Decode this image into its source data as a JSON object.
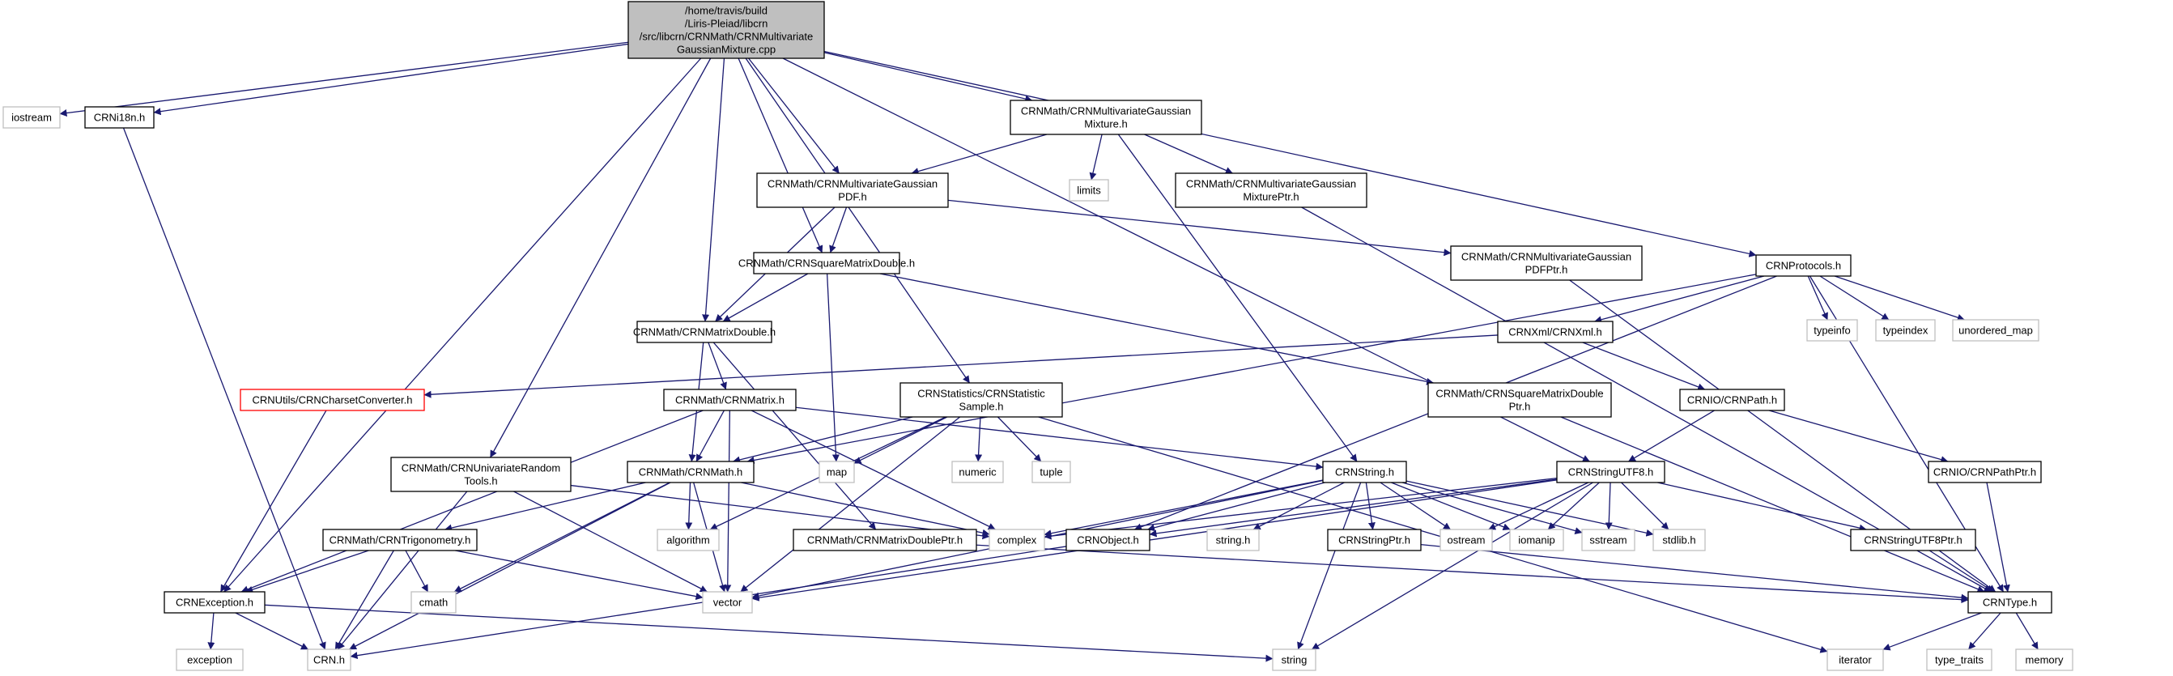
{
  "colors": {
    "edge": "#191970",
    "root_fill": "#bfbfbf",
    "external_border": "#bfbfbf",
    "internal_border": "#000000",
    "highlight_border": "#ff0000"
  },
  "nodes": {
    "root": {
      "lines": [
        "/home/travis/build",
        "/Liris-Pleiad/libcrn",
        "/src/libcrn/CRNMath/CRNMultivariate",
        "GaussianMixture.cpp"
      ],
      "style": "root"
    },
    "iostream": {
      "lines": [
        "iostream"
      ],
      "style": "external"
    },
    "crni18n": {
      "lines": [
        "CRNi18n.h"
      ],
      "style": "internal"
    },
    "mvgm": {
      "lines": [
        "CRNMath/CRNMultivariateGaussian",
        "Mixture.h"
      ],
      "style": "internal"
    },
    "limits": {
      "lines": [
        "limits"
      ],
      "style": "external"
    },
    "mvgpdf": {
      "lines": [
        "CRNMath/CRNMultivariateGaussian",
        "PDF.h"
      ],
      "style": "internal"
    },
    "mvgmptr": {
      "lines": [
        "CRNMath/CRNMultivariateGaussian",
        "MixturePtr.h"
      ],
      "style": "internal"
    },
    "sqmd": {
      "lines": [
        "CRNMath/CRNSquareMatrixDouble.h"
      ],
      "style": "internal"
    },
    "mvgpdfptr": {
      "lines": [
        "CRNMath/CRNMultivariateGaussian",
        "PDFPtr.h"
      ],
      "style": "internal"
    },
    "protocols": {
      "lines": [
        "CRNProtocols.h"
      ],
      "style": "internal"
    },
    "typeinfo": {
      "lines": [
        "typeinfo"
      ],
      "style": "external"
    },
    "typeindex": {
      "lines": [
        "typeindex"
      ],
      "style": "external"
    },
    "unordered_map": {
      "lines": [
        "unordered_map"
      ],
      "style": "external"
    },
    "matrixdouble": {
      "lines": [
        "CRNMath/CRNMatrixDouble.h"
      ],
      "style": "internal"
    },
    "xml": {
      "lines": [
        "CRNXml/CRNXml.h"
      ],
      "style": "internal"
    },
    "charset": {
      "lines": [
        "CRNUtils/CRNCharsetConverter.h"
      ],
      "style": "highlight"
    },
    "matrix": {
      "lines": [
        "CRNMath/CRNMatrix.h"
      ],
      "style": "internal"
    },
    "stats": {
      "lines": [
        "CRNStatistics/CRNStatistic",
        "Sample.h"
      ],
      "style": "internal"
    },
    "sqmdptr": {
      "lines": [
        "CRNMath/CRNSquareMatrixDouble",
        "Ptr.h"
      ],
      "style": "internal"
    },
    "path": {
      "lines": [
        "CRNIO/CRNPath.h"
      ],
      "style": "internal"
    },
    "univar": {
      "lines": [
        "CRNMath/CRNUnivariateRandom",
        "Tools.h"
      ],
      "style": "internal"
    },
    "math": {
      "lines": [
        "CRNMath/CRNMath.h"
      ],
      "style": "internal"
    },
    "map": {
      "lines": [
        "map"
      ],
      "style": "external"
    },
    "numeric": {
      "lines": [
        "numeric"
      ],
      "style": "external"
    },
    "tuple": {
      "lines": [
        "tuple"
      ],
      "style": "external"
    },
    "string_h": {
      "lines": [
        "CRNString.h"
      ],
      "style": "internal"
    },
    "utf8": {
      "lines": [
        "CRNStringUTF8.h"
      ],
      "style": "internal"
    },
    "pathptr": {
      "lines": [
        "CRNIO/CRNPathPtr.h"
      ],
      "style": "internal"
    },
    "trig": {
      "lines": [
        "CRNMath/CRNTrigonometry.h"
      ],
      "style": "internal"
    },
    "algorithm": {
      "lines": [
        "algorithm"
      ],
      "style": "external"
    },
    "mdptr": {
      "lines": [
        "CRNMath/CRNMatrixDoublePtr.h"
      ],
      "style": "internal"
    },
    "complex": {
      "lines": [
        "complex"
      ],
      "style": "external"
    },
    "object": {
      "lines": [
        "CRNObject.h"
      ],
      "style": "internal"
    },
    "stringh": {
      "lines": [
        "string.h"
      ],
      "style": "external"
    },
    "strptr": {
      "lines": [
        "CRNStringPtr.h"
      ],
      "style": "internal"
    },
    "ostream": {
      "lines": [
        "ostream"
      ],
      "style": "external"
    },
    "iomanip": {
      "lines": [
        "iomanip"
      ],
      "style": "external"
    },
    "sstream": {
      "lines": [
        "sstream"
      ],
      "style": "external"
    },
    "stdlib": {
      "lines": [
        "stdlib.h"
      ],
      "style": "external"
    },
    "utf8ptr": {
      "lines": [
        "CRNStringUTF8Ptr.h"
      ],
      "style": "internal"
    },
    "exception_h": {
      "lines": [
        "CRNException.h"
      ],
      "style": "internal"
    },
    "cmath": {
      "lines": [
        "cmath"
      ],
      "style": "external"
    },
    "vector": {
      "lines": [
        "vector"
      ],
      "style": "external"
    },
    "type": {
      "lines": [
        "CRNType.h"
      ],
      "style": "internal"
    },
    "exception": {
      "lines": [
        "exception"
      ],
      "style": "external"
    },
    "crn": {
      "lines": [
        "CRN.h"
      ],
      "style": "external"
    },
    "string": {
      "lines": [
        "string"
      ],
      "style": "external"
    },
    "iterator": {
      "lines": [
        "iterator"
      ],
      "style": "external"
    },
    "type_traits": {
      "lines": [
        "type_traits"
      ],
      "style": "external"
    },
    "memory": {
      "lines": [
        "memory"
      ],
      "style": "external"
    }
  },
  "edges": [
    [
      "root",
      "iostream"
    ],
    [
      "root",
      "crni18n"
    ],
    [
      "root",
      "mvgm"
    ],
    [
      "root",
      "mvgpdf"
    ],
    [
      "root",
      "sqmd"
    ],
    [
      "root",
      "matrixdouble"
    ],
    [
      "root",
      "stats"
    ],
    [
      "root",
      "univar"
    ],
    [
      "root",
      "protocols"
    ],
    [
      "root",
      "utf8"
    ],
    [
      "root",
      "exception_h"
    ],
    [
      "crni18n",
      "crn"
    ],
    [
      "mvgm",
      "limits"
    ],
    [
      "mvgm",
      "mvgpdf"
    ],
    [
      "mvgm",
      "mvgmptr"
    ],
    [
      "mvgm",
      "string_h"
    ],
    [
      "mvgpdf",
      "sqmd"
    ],
    [
      "mvgpdf",
      "matrixdouble"
    ],
    [
      "mvgpdf",
      "mvgpdfptr"
    ],
    [
      "mvgmptr",
      "type"
    ],
    [
      "mvgpdfptr",
      "type"
    ],
    [
      "sqmd",
      "matrixdouble"
    ],
    [
      "sqmd",
      "map"
    ],
    [
      "sqmd",
      "sqmdptr"
    ],
    [
      "matrixdouble",
      "matrix"
    ],
    [
      "matrixdouble",
      "math"
    ],
    [
      "matrixdouble",
      "mdptr"
    ],
    [
      "protocols",
      "typeinfo"
    ],
    [
      "protocols",
      "typeindex"
    ],
    [
      "protocols",
      "unordered_map"
    ],
    [
      "protocols",
      "xml"
    ],
    [
      "protocols",
      "type"
    ],
    [
      "protocols",
      "math"
    ],
    [
      "protocols",
      "object"
    ],
    [
      "xml",
      "charset"
    ],
    [
      "xml",
      "path"
    ],
    [
      "charset",
      "exception_h"
    ],
    [
      "matrix",
      "math"
    ],
    [
      "matrix",
      "exception_h"
    ],
    [
      "matrix",
      "complex"
    ],
    [
      "matrix",
      "vector"
    ],
    [
      "matrix",
      "string_h"
    ],
    [
      "stats",
      "math"
    ],
    [
      "stats",
      "map"
    ],
    [
      "stats",
      "numeric"
    ],
    [
      "stats",
      "tuple"
    ],
    [
      "stats",
      "algorithm"
    ],
    [
      "stats",
      "vector"
    ],
    [
      "stats",
      "iterator"
    ],
    [
      "sqmdptr",
      "type"
    ],
    [
      "path",
      "utf8"
    ],
    [
      "path",
      "pathptr"
    ],
    [
      "univar",
      "complex"
    ],
    [
      "univar",
      "vector"
    ],
    [
      "univar",
      "crn"
    ],
    [
      "math",
      "algorithm"
    ],
    [
      "math",
      "trig"
    ],
    [
      "math",
      "complex"
    ],
    [
      "math",
      "cmath"
    ],
    [
      "math",
      "vector"
    ],
    [
      "math",
      "crn"
    ],
    [
      "string_h",
      "complex"
    ],
    [
      "string_h",
      "object"
    ],
    [
      "string_h",
      "stringh"
    ],
    [
      "string_h",
      "strptr"
    ],
    [
      "string_h",
      "ostream"
    ],
    [
      "string_h",
      "iomanip"
    ],
    [
      "string_h",
      "sstream"
    ],
    [
      "string_h",
      "stdlib"
    ],
    [
      "string_h",
      "vector"
    ],
    [
      "string_h",
      "string"
    ],
    [
      "utf8",
      "complex"
    ],
    [
      "utf8",
      "object"
    ],
    [
      "utf8",
      "ostream"
    ],
    [
      "utf8",
      "iomanip"
    ],
    [
      "utf8",
      "sstream"
    ],
    [
      "utf8",
      "stdlib"
    ],
    [
      "utf8",
      "utf8ptr"
    ],
    [
      "utf8",
      "vector"
    ],
    [
      "utf8",
      "string"
    ],
    [
      "pathptr",
      "type"
    ],
    [
      "trig",
      "exception_h"
    ],
    [
      "trig",
      "cmath"
    ],
    [
      "trig",
      "vector"
    ],
    [
      "trig",
      "crn"
    ],
    [
      "mdptr",
      "type"
    ],
    [
      "object",
      "crn"
    ],
    [
      "strptr",
      "type"
    ],
    [
      "utf8ptr",
      "type"
    ],
    [
      "exception_h",
      "exception"
    ],
    [
      "exception_h",
      "crn"
    ],
    [
      "exception_h",
      "string"
    ],
    [
      "type",
      "iterator"
    ],
    [
      "type",
      "type_traits"
    ],
    [
      "type",
      "memory"
    ]
  ]
}
